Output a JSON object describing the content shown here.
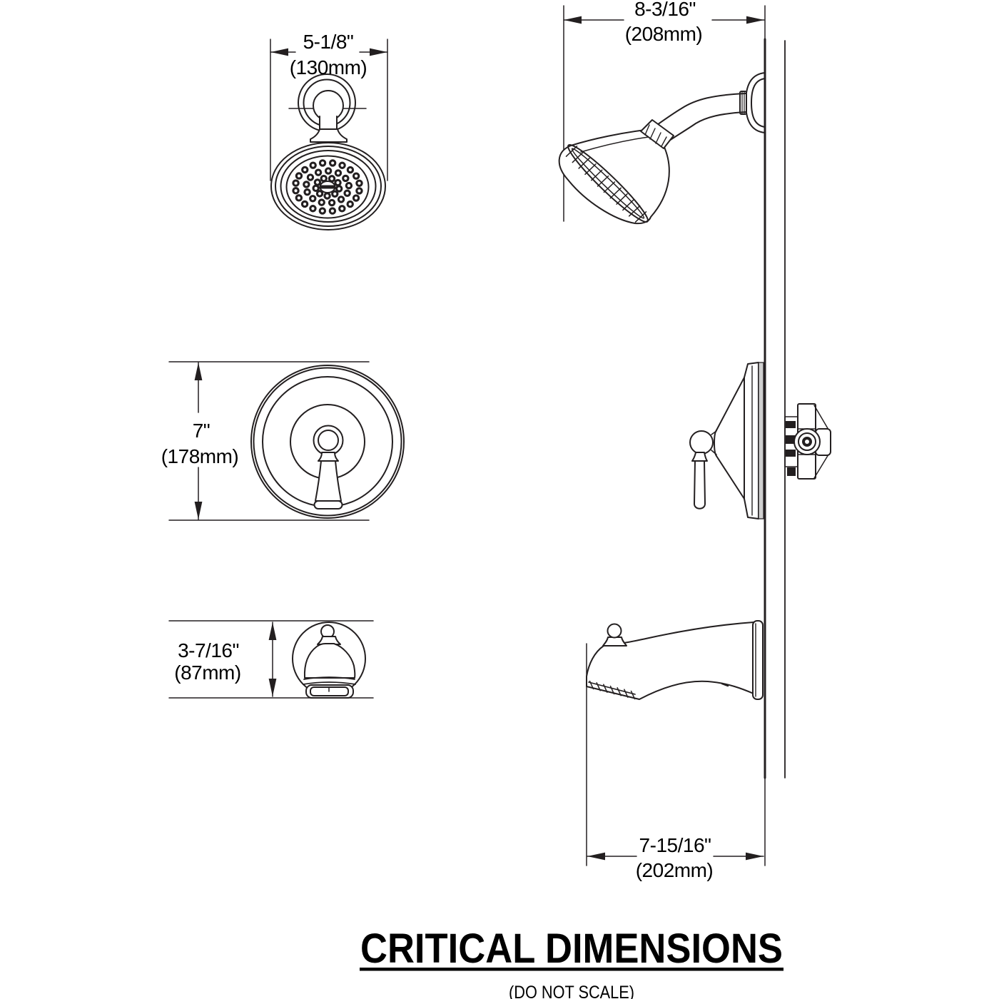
{
  "document": {
    "title": "CRITICAL DIMENSIONS",
    "note": "(DO NOT SCALE)"
  },
  "dimensions": {
    "showerhead_width": {
      "inches": "5-1/8\"",
      "metric": "(130mm)"
    },
    "showerhead_projection": {
      "inches": "8-3/16\"",
      "metric": "(208mm)"
    },
    "valve_trim_diameter": {
      "inches": "7\"",
      "metric": "(178mm)"
    },
    "tub_spout_height": {
      "inches": "3-7/16\"",
      "metric": "(87mm)"
    },
    "tub_spout_projection": {
      "inches": "7-15/16\"",
      "metric": "(202mm)"
    }
  }
}
